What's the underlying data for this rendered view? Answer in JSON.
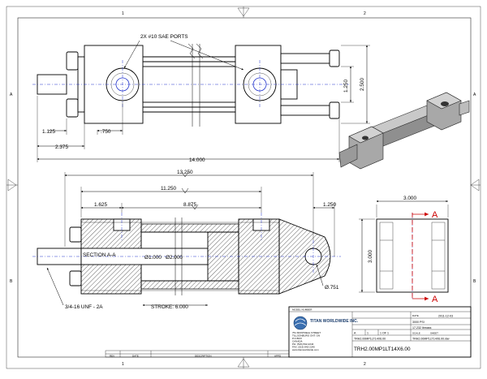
{
  "border": {
    "zones_top": [
      "1",
      "2"
    ],
    "zones_bottom": [
      "1",
      "2"
    ],
    "zones_left": [
      "A",
      "B"
    ],
    "zones_right": [
      "A",
      "B"
    ]
  },
  "top_view": {
    "callout_ports": "2X #10 SAE PORTS",
    "dims": {
      "overall_length": "14.000",
      "rod_extension": "1.125",
      "port_offset": ".750",
      "mount_offset": "2.375",
      "inner_height": "1.250",
      "outer_height": "2.500"
    }
  },
  "section_view": {
    "label": "SECTION A-A",
    "thread_callout": "3/4-16 UNF - 2A",
    "stroke_callout": "STROKE: 6.000",
    "rod_dia": "Ø1.000",
    "bore_dia": "Ø2.000",
    "pin_dia": "Ø.751",
    "dims": {
      "overall": "13.250",
      "body": "11.250",
      "cap_length": "1.625",
      "tube_length": "8.875",
      "clevis": "1.250"
    }
  },
  "end_view": {
    "width": "3.000",
    "height": "3.000",
    "section_marker": "A"
  },
  "title_block": {
    "model_header": "MODEL NUMBER",
    "company": "TITAN WORLDWIDE INC.",
    "address_lines": [
      "751 MONTREAL STREET",
      "TILLSONBURG ONT. ON",
      "P.O.BOX",
      "CANADA",
      "PH: (519) 842-2244",
      "FAX: (519) 842-2240",
      "www.titanworldwide.com"
    ],
    "date_label": "DATE",
    "date": "2011-12-03",
    "pressure": "3000 PSI",
    "weight": "17.232 lbmass",
    "scale_label": "SCALE",
    "sheet_label": "SHEET",
    "sheet": "1 OF 1",
    "size": "A",
    "revision": "1",
    "filename": "TRH2.00MP1LT14X6.00.idw",
    "part_number": "TRH2.00MP1LT14X6.00",
    "revision_headers": [
      "REV",
      "DATE",
      "DESCRIPTION",
      "APPD"
    ]
  }
}
